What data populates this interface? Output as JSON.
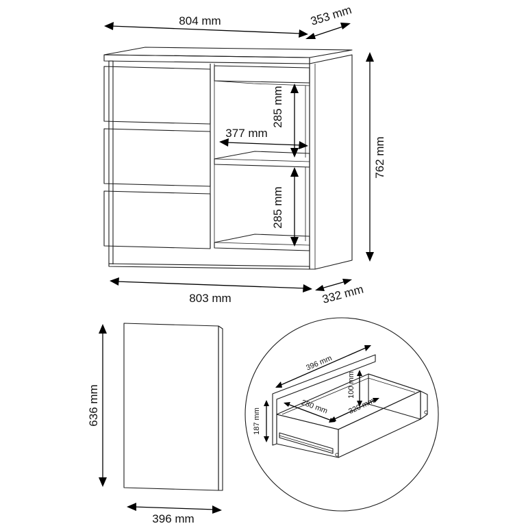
{
  "dimensions": {
    "top_width": "804 mm",
    "top_depth": "353 mm",
    "height": "762 mm",
    "bottom_width": "803 mm",
    "bottom_depth": "332 mm",
    "shelf_upper_height": "285 mm",
    "shelf_lower_height": "285 mm",
    "shelf_width": "377 mm",
    "front_height": "636 mm",
    "front_width": "396 mm",
    "drawer_length": "396 mm",
    "drawer_side_height": "100 mm",
    "drawer_front_height": "187 mm",
    "drawer_inner_width": "280 mm",
    "drawer_inner_depth": "320 mm"
  }
}
